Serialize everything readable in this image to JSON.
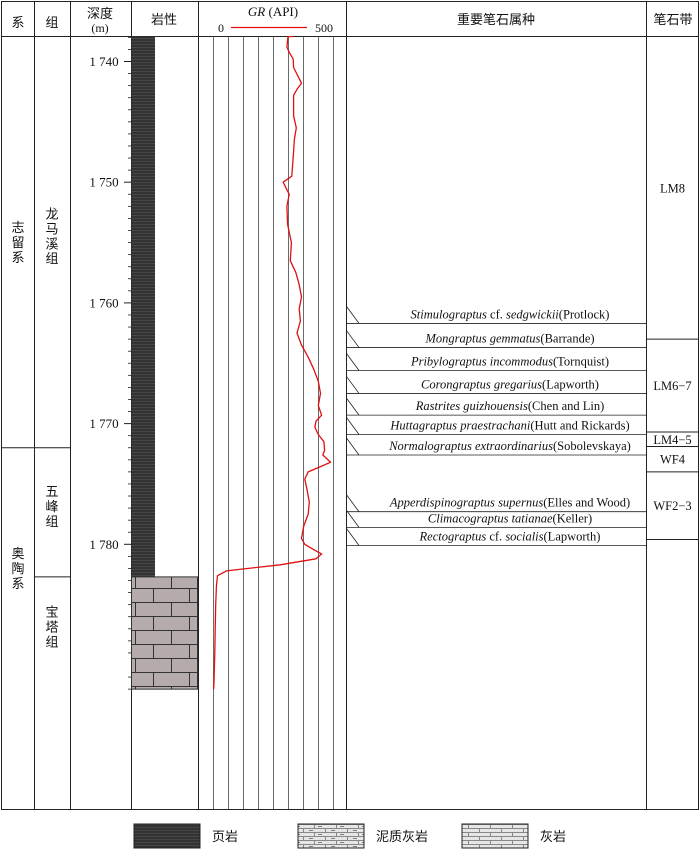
{
  "headers": {
    "system": "系",
    "formation": "组",
    "depth": "深度",
    "depth_unit": "(m)",
    "lithology": "岩性",
    "gr_label": "GR",
    "gr_unit": " (API)",
    "gr_min": "0",
    "gr_max": "500",
    "species": "重要笔石属种",
    "zone": "笔石带"
  },
  "systems": [
    {
      "name": "志留系",
      "top": 1736.8,
      "bottom": 1772.0
    },
    {
      "name": "奥陶系",
      "top": 1772.0,
      "bottom": 1792.0
    }
  ],
  "formations": [
    {
      "name": "龙马溪组",
      "top": 1736.8,
      "bottom": 1772.0
    },
    {
      "name": "五峰组",
      "top": 1772.0,
      "bottom": 1782.7
    },
    {
      "name": "宝塔组",
      "top": 1782.7,
      "bottom": 1792.0
    }
  ],
  "depth_ticks": [
    {
      "value": 1740,
      "label": "1 740"
    },
    {
      "value": 1750,
      "label": "1 750"
    },
    {
      "value": 1760,
      "label": "1 760"
    },
    {
      "value": 1770,
      "label": "1 770"
    },
    {
      "value": 1780,
      "label": "1 780"
    }
  ],
  "lithology_units": [
    {
      "type": "shale",
      "top": 1736.8,
      "bottom": 1782.7
    },
    {
      "type": "limestone",
      "top": 1782.7,
      "bottom": 1792.0
    }
  ],
  "species": [
    {
      "genus": "Stimulograptus",
      "mid": " cf. ",
      "epithet": "sedgwickii",
      "author": "(Protlock)",
      "depth": 1761.7
    },
    {
      "genus": "Mongraptus",
      "mid": " ",
      "epithet": "gemmatus",
      "author": "(Barrande)",
      "depth": 1763.7
    },
    {
      "genus": "Pribylograptus",
      "mid": " ",
      "epithet": "incommodus",
      "author": "(Tornquist)",
      "depth": 1765.6
    },
    {
      "genus": "Corongraptus",
      "mid": " ",
      "epithet": "gregarius",
      "author": "(Lapworth)",
      "depth": 1767.5
    },
    {
      "genus": "Rastrites",
      "mid": " ",
      "epithet": "guizhouensis",
      "author": "(Chen and Lin)",
      "depth": 1769.3
    },
    {
      "genus": "Huttagraptus",
      "mid": " ",
      "epithet": "praestrachani",
      "author": "(Hutt and Rickards)",
      "depth": 1770.9
    },
    {
      "genus": "Normalograptus",
      "mid": " ",
      "epithet": "extraordinarius",
      "author": "(Sobolevskaya)",
      "depth": 1772.6
    },
    {
      "genus": "Apperdispinograptus",
      "mid": " ",
      "epithet": "supernus",
      "author": "(Elles and Wood)",
      "depth": 1777.3
    },
    {
      "genus": "Climacograptus",
      "mid": " ",
      "epithet": "tatianae",
      "author": "(Keller)",
      "depth": 1778.6
    },
    {
      "genus": "Rectograptus",
      "mid": " cf. ",
      "epithet": "socialis",
      "author": "(Lapworth)",
      "depth": 1780.1
    }
  ],
  "zones": [
    {
      "name": "LM8",
      "top": 1736.8,
      "bottom": 1763.0
    },
    {
      "name": "LM6−7",
      "top": 1763.0,
      "bottom": 1770.7
    },
    {
      "name": "LM4−5",
      "top": 1770.7,
      "bottom": 1771.9
    },
    {
      "name": "WF4",
      "top": 1771.9,
      "bottom": 1774.0
    },
    {
      "name": "WF2−3",
      "top": 1774.0,
      "bottom": 1779.6
    }
  ],
  "gr_curve": [
    [
      1736.8,
      360
    ],
    [
      1737.8,
      335
    ],
    [
      1738.8,
      330
    ],
    [
      1739.3,
      342
    ],
    [
      1739.8,
      358
    ],
    [
      1740.5,
      360
    ],
    [
      1741.8,
      395
    ],
    [
      1742.3,
      375
    ],
    [
      1742.8,
      360
    ],
    [
      1744.5,
      360
    ],
    [
      1745.5,
      372
    ],
    [
      1746.5,
      363
    ],
    [
      1747.5,
      360
    ],
    [
      1749.5,
      352
    ],
    [
      1750.0,
      313
    ],
    [
      1751.0,
      340
    ],
    [
      1752.0,
      330
    ],
    [
      1753.5,
      333
    ],
    [
      1755.0,
      350
    ],
    [
      1756.5,
      345
    ],
    [
      1757.5,
      370
    ],
    [
      1758.5,
      385
    ],
    [
      1759.5,
      395
    ],
    [
      1760.5,
      385
    ],
    [
      1761.5,
      390
    ],
    [
      1762.5,
      375
    ],
    [
      1763.5,
      395
    ],
    [
      1764.5,
      425
    ],
    [
      1765.5,
      450
    ],
    [
      1766.5,
      470
    ],
    [
      1767.5,
      480
    ],
    [
      1768.5,
      470
    ],
    [
      1769.3,
      485
    ],
    [
      1769.8,
      460
    ],
    [
      1770.3,
      455
    ],
    [
      1770.9,
      470
    ],
    [
      1771.5,
      495
    ],
    [
      1772.2,
      498
    ],
    [
      1772.6,
      490
    ],
    [
      1773.2,
      525
    ],
    [
      1773.6,
      475
    ],
    [
      1774.0,
      425
    ],
    [
      1774.6,
      410
    ],
    [
      1775.5,
      420
    ],
    [
      1776.5,
      430
    ],
    [
      1777.5,
      425
    ],
    [
      1778.5,
      405
    ],
    [
      1779.5,
      395
    ],
    [
      1780.0,
      410
    ],
    [
      1780.4,
      445
    ],
    [
      1780.8,
      485
    ],
    [
      1781.2,
      460
    ],
    [
      1781.7,
      300
    ],
    [
      1782.2,
      60
    ],
    [
      1782.6,
      20
    ],
    [
      1783.5,
      15
    ],
    [
      1785.0,
      12
    ],
    [
      1787.0,
      10
    ],
    [
      1789.0,
      8
    ],
    [
      1791.0,
      5
    ],
    [
      1792.0,
      3
    ]
  ],
  "legend": [
    {
      "type": "shale",
      "label": "页岩"
    },
    {
      "type": "marly",
      "label": "泥质灰岩"
    },
    {
      "type": "limestone",
      "label": "灰岩"
    }
  ]
}
